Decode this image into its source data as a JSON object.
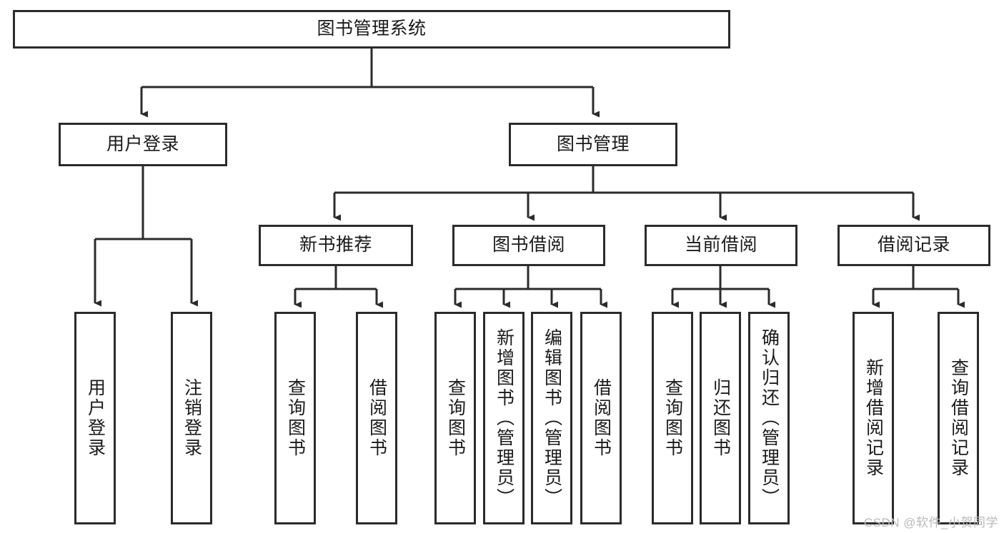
{
  "diagram": {
    "type": "tree-hierarchy",
    "root": {
      "id": "root",
      "label": "图书管理系统"
    },
    "level2": [
      {
        "id": "user-login",
        "label": "用户登录"
      },
      {
        "id": "book-manage",
        "label": "图书管理"
      }
    ],
    "level3": [
      {
        "id": "new-book-rec",
        "label": "新书推荐"
      },
      {
        "id": "book-borrow",
        "label": "图书借阅"
      },
      {
        "id": "current-borrow",
        "label": "当前借阅"
      },
      {
        "id": "borrow-record",
        "label": "借阅记录"
      }
    ],
    "leaves": [
      {
        "id": "leaf-user-login",
        "label": "用户登录",
        "parent": "user-login"
      },
      {
        "id": "leaf-logout",
        "label": "注销登录",
        "parent": "user-login"
      },
      {
        "id": "leaf-query-book-1",
        "label": "查询图书",
        "parent": "new-book-rec"
      },
      {
        "id": "leaf-borrow-book-1",
        "label": "借阅图书",
        "parent": "new-book-rec"
      },
      {
        "id": "leaf-query-book-2",
        "label": "查询图书",
        "parent": "book-borrow"
      },
      {
        "id": "leaf-add-book",
        "label": "新增图书（管理员）",
        "parent": "book-borrow"
      },
      {
        "id": "leaf-edit-book",
        "label": "编辑图书（管理员）",
        "parent": "book-borrow"
      },
      {
        "id": "leaf-borrow-book-2",
        "label": "借阅图书",
        "parent": "book-borrow"
      },
      {
        "id": "leaf-query-book-3",
        "label": "查询图书",
        "parent": "current-borrow"
      },
      {
        "id": "leaf-return-book",
        "label": "归还图书",
        "parent": "current-borrow"
      },
      {
        "id": "leaf-confirm-return",
        "label": "确认归还（管理员）",
        "parent": "current-borrow"
      },
      {
        "id": "leaf-add-record",
        "label": "新增借阅记录",
        "parent": "borrow-record"
      },
      {
        "id": "leaf-query-record",
        "label": "查询借阅记录",
        "parent": "borrow-record"
      }
    ],
    "colors": {
      "stroke": "#2b2b2b",
      "background": "#ffffff",
      "text": "#1a1a1a",
      "watermark": "#b9b9b9"
    }
  },
  "watermark": {
    "text": "CSDN @软件_小贺同学"
  }
}
